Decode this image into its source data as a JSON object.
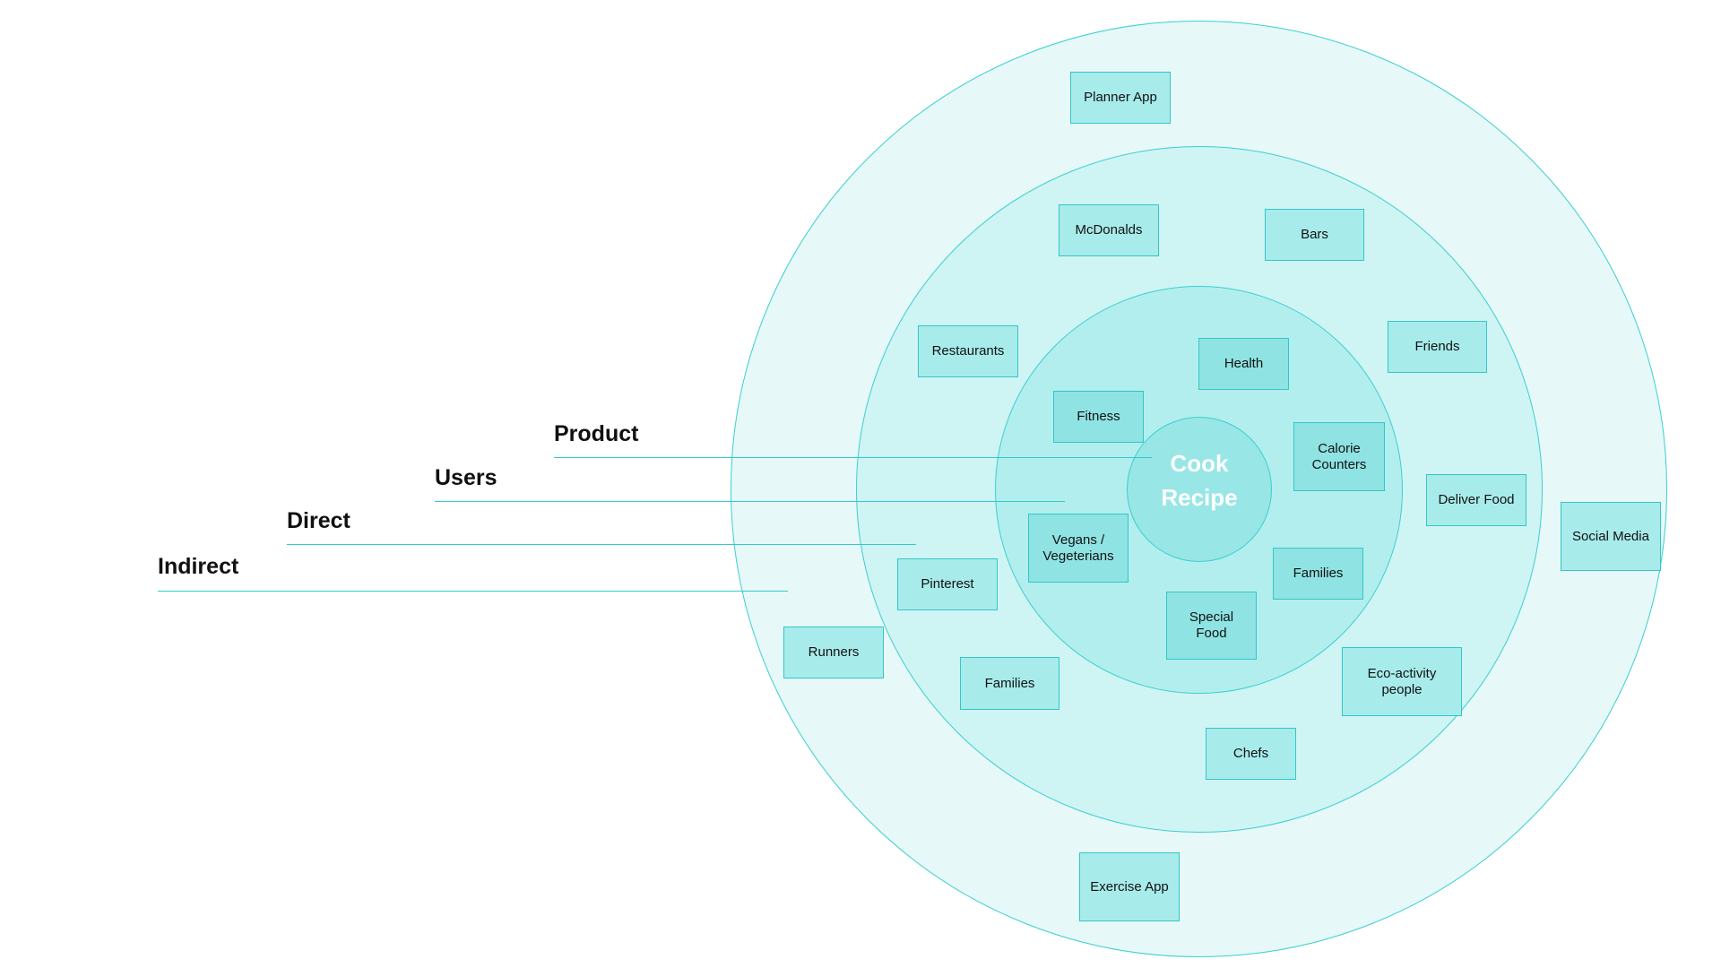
{
  "diagram": {
    "center": {
      "line1": "Cook",
      "line2": "Recipe"
    },
    "layers": [
      {
        "key": "product",
        "label": "Product"
      },
      {
        "key": "users",
        "label": "Users"
      },
      {
        "key": "direct",
        "label": "Direct"
      },
      {
        "key": "indirect",
        "label": "Indirect"
      }
    ],
    "users": [
      "Health",
      "Fitness",
      "Calorie Counters",
      "Vegans / Vegeterians",
      "Families",
      "Special Food"
    ],
    "direct": [
      "McDonalds",
      "Bars",
      "Restaurants",
      "Friends",
      "Deliver Food",
      "Pinterest",
      "Families",
      "Eco-activity people",
      "Chefs"
    ],
    "indirect": [
      "Planner App",
      "Social Media",
      "Runners",
      "Exercise App"
    ]
  },
  "colors": {
    "outer_ring": "#e6f8f8",
    "middle_ring": "#cff4f4",
    "inner_ring": "#b3eeee",
    "core": "#98e6e6",
    "border": "#3ccfcf",
    "card": "#a8ebeb"
  }
}
